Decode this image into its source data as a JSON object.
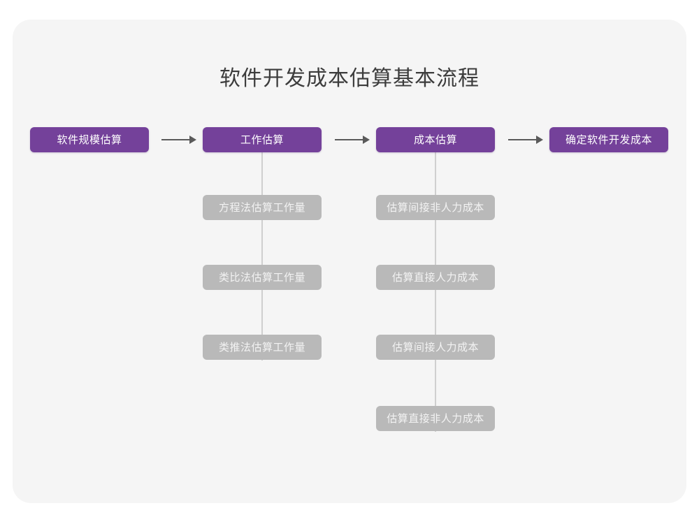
{
  "diagram": {
    "title": "软件开发成本估算基本流程",
    "type": "flowchart",
    "colors": {
      "background": "#ffffff",
      "card": "#f5f5f5",
      "primary_node": "#74419a",
      "secondary_node": "#b9b9b9",
      "primary_text": "#ffffff",
      "secondary_text": "#f3f3f3",
      "title_text": "#3c3c3c",
      "connector_line": "#cfcfcf",
      "arrow": "#5a5a5a"
    },
    "main_flow": [
      {
        "id": "step1",
        "label": "软件规模估算"
      },
      {
        "id": "step2",
        "label": "工作估算"
      },
      {
        "id": "step3",
        "label": "成本估算"
      },
      {
        "id": "step4",
        "label": "确定软件开发成本"
      }
    ],
    "arrows": [
      {
        "id": "arrow1",
        "from": "step1",
        "to": "step2",
        "glyph": "→"
      },
      {
        "id": "arrow2",
        "from": "step2",
        "to": "step3",
        "glyph": "→"
      },
      {
        "id": "arrow3",
        "from": "step3",
        "to": "step4",
        "glyph": "→"
      }
    ],
    "branches": [
      {
        "parent": "step2",
        "items": [
          {
            "id": "step2-sub1",
            "label": "方程法估算工作量"
          },
          {
            "id": "step2-sub2",
            "label": "类比法估算工作量"
          },
          {
            "id": "step2-sub3",
            "label": "类推法估算工作量"
          }
        ]
      },
      {
        "parent": "step3",
        "items": [
          {
            "id": "step3-sub1",
            "label": "估算间接非人力成本"
          },
          {
            "id": "step3-sub2",
            "label": "估算直接人力成本"
          },
          {
            "id": "step3-sub3",
            "label": "估算间接人力成本"
          },
          {
            "id": "step3-sub4",
            "label": "估算直接非人力成本"
          }
        ]
      }
    ]
  }
}
